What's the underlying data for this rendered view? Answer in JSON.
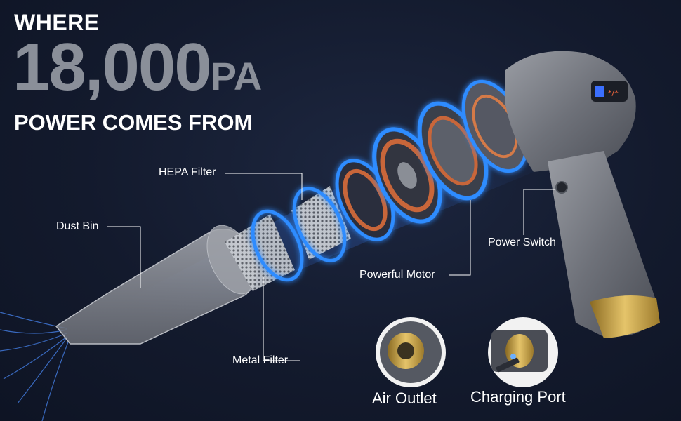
{
  "headline": {
    "line1": "WHERE",
    "number": "18,000",
    "unit": "PA",
    "line3": "POWER COMES FROM"
  },
  "parts": {
    "hepa_filter": "HEPA Filter",
    "dust_bin": "Dust Bin",
    "metal_filter": "Metal Filter",
    "powerful_motor": "Powerful Motor",
    "power_switch": "Power Switch"
  },
  "insets": {
    "air_outlet": "Air Outlet",
    "charging_port": "Charging Port"
  },
  "colors": {
    "background": "#131a2d",
    "glow": "#2e8cff",
    "motor_copper": "#c8663a",
    "body_gray": "#7c7f86",
    "gold": "#c9a447"
  }
}
